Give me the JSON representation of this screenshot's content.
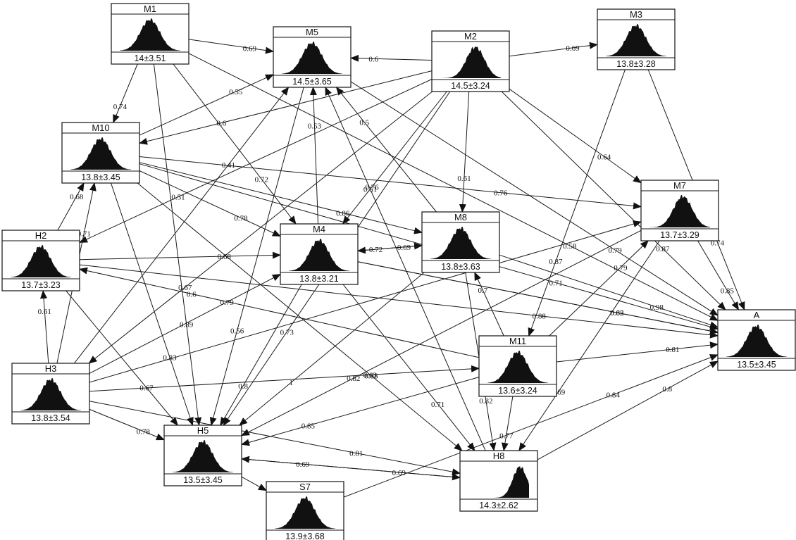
{
  "colors": {
    "ink": "#111111",
    "edge": "#1a1a1a",
    "background": "#ffffff"
  },
  "nodes": [
    {
      "id": "M1",
      "title": "M1",
      "stat": "14±3.51",
      "skew": 0
    },
    {
      "id": "M5",
      "title": "M5",
      "stat": "14.5±3.65",
      "skew": 0
    },
    {
      "id": "M2",
      "title": "M2",
      "stat": "14.5±3.24",
      "skew": 0.08
    },
    {
      "id": "M3",
      "title": "M3",
      "stat": "13.8±3.28",
      "skew": 0
    },
    {
      "id": "M10",
      "title": "M10",
      "stat": "13.8±3.45",
      "skew": 0
    },
    {
      "id": "M7",
      "title": "M7",
      "stat": "13.7±3.29",
      "skew": 0.05
    },
    {
      "id": "H2",
      "title": "H2",
      "stat": "13.7±3.23",
      "skew": 0
    },
    {
      "id": "M4",
      "title": "M4",
      "stat": "13.8±3.21",
      "skew": 0
    },
    {
      "id": "M8",
      "title": "M8",
      "stat": "13.8±3.63",
      "skew": 0
    },
    {
      "id": "A",
      "title": "A",
      "stat": "13.5±3.45",
      "skew": 0
    },
    {
      "id": "H3",
      "title": "H3",
      "stat": "13.8±3.54",
      "skew": 0
    },
    {
      "id": "M11",
      "title": "M11",
      "stat": "13.6±3.24",
      "skew": 0
    },
    {
      "id": "H5",
      "title": "H5",
      "stat": "13.5±3.45",
      "skew": 0
    },
    {
      "id": "H8",
      "title": "H8",
      "stat": "14.3±2.62",
      "skew": 0.35
    },
    {
      "id": "S7",
      "title": "S7",
      "stat": "13.9±3.68",
      "skew": 0
    }
  ],
  "edges": [
    {
      "from": "M1",
      "to": "M5",
      "label": "0.69"
    },
    {
      "from": "M1",
      "to": "M10",
      "label": "0.74"
    },
    {
      "from": "M1",
      "to": "H5",
      "label": "0.89"
    },
    {
      "from": "M1",
      "to": "M4",
      "label": "0.72"
    },
    {
      "from": "M1",
      "to": "A",
      "label": "0.58"
    },
    {
      "from": "M2",
      "to": "M5",
      "label": "0.6"
    },
    {
      "from": "M2",
      "to": "M3",
      "label": "0.69"
    },
    {
      "from": "M2",
      "to": "M8",
      "label": "0.61"
    },
    {
      "from": "M2",
      "to": "M7",
      "label": "0.64"
    },
    {
      "from": "M2",
      "to": "H2",
      "label": "0.51"
    },
    {
      "from": "M2",
      "to": "M10",
      "label": "0.6"
    },
    {
      "from": "M2",
      "to": "M4",
      "label": "0.76"
    },
    {
      "from": "M2",
      "to": "A",
      "label": "0.87"
    },
    {
      "from": "M2",
      "to": "H3",
      "label": "0.67"
    },
    {
      "from": "M3",
      "to": "M11",
      "label": "0.87"
    },
    {
      "from": "M3",
      "to": "A",
      "label": "0.74"
    },
    {
      "from": "M10",
      "to": "M5",
      "label": "0.55"
    },
    {
      "from": "M10",
      "to": "M4",
      "label": "0.78"
    },
    {
      "from": "M10",
      "to": "M8",
      "label": "0.86"
    },
    {
      "from": "M10",
      "to": "M7",
      "label": "0.76"
    },
    {
      "from": "M10",
      "to": "H5",
      "label": "0.83"
    },
    {
      "from": "M10",
      "to": "H8",
      "label": "0.88"
    },
    {
      "from": "H2",
      "to": "M10",
      "label": "0.68"
    },
    {
      "from": "H2",
      "to": "M4",
      "label": "0.68"
    },
    {
      "from": "H2",
      "to": "H5",
      "label": "0.67"
    },
    {
      "from": "H2",
      "to": "A",
      "label": "0.88"
    },
    {
      "from": "H3",
      "to": "H2",
      "label": "0.61"
    },
    {
      "from": "H3",
      "to": "M10",
      "label": "0.71"
    },
    {
      "from": "H3",
      "to": "H5",
      "label": "0.78"
    },
    {
      "from": "H3",
      "to": "M11",
      "label": "0.63"
    },
    {
      "from": "H3",
      "to": "H8",
      "label": "0.81"
    },
    {
      "from": "H3",
      "to": "M4",
      "label": "0.79"
    },
    {
      "from": "H3",
      "to": "M5",
      "label": "0.41"
    },
    {
      "from": "H3",
      "to": "M7",
      "label": "0.64"
    },
    {
      "from": "M4",
      "to": "M5",
      "label": "0.53"
    },
    {
      "from": "M4",
      "to": "M8",
      "label": "0.69"
    },
    {
      "from": "M4",
      "to": "H5",
      "label": "0.8"
    },
    {
      "from": "M4",
      "to": "H8",
      "label": "0.71"
    },
    {
      "from": "M4",
      "to": "A",
      "label": "0.65"
    },
    {
      "from": "M5",
      "to": "H5",
      "label": "0.56"
    },
    {
      "from": "M5",
      "to": "A",
      "label": "0.79"
    },
    {
      "from": "M8",
      "to": "M5",
      "label": "0.5"
    },
    {
      "from": "M8",
      "to": "M4",
      "label": "0.72"
    },
    {
      "from": "M8",
      "to": "A",
      "label": "0.98"
    },
    {
      "from": "M8",
      "to": "H8",
      "label": "0.82"
    },
    {
      "from": "M8",
      "to": "H5",
      "label": "1"
    },
    {
      "from": "M11",
      "to": "M8",
      "label": "0.7"
    },
    {
      "from": "M11",
      "to": "H2",
      "label": "0.6"
    },
    {
      "from": "M11",
      "to": "A",
      "label": "0.81"
    },
    {
      "from": "M11",
      "to": "M7",
      "label": "0.79"
    },
    {
      "from": "M11",
      "to": "H8",
      "label": "0.77"
    },
    {
      "from": "M11",
      "to": "H5",
      "label": "0.85"
    },
    {
      "from": "M7",
      "to": "A",
      "label": "0.85"
    },
    {
      "from": "M7",
      "to": "H5",
      "label": "0.82"
    },
    {
      "from": "M7",
      "to": "H8",
      "label": "0.69"
    },
    {
      "from": "H8",
      "to": "M5",
      "label": "0.51"
    },
    {
      "from": "H8",
      "to": "H5",
      "label": "0.69"
    },
    {
      "from": "H8",
      "to": "A",
      "label": "0.8"
    },
    {
      "from": "H5",
      "to": "S7",
      "label": ""
    },
    {
      "from": "S7",
      "to": "A",
      "label": "0.84"
    },
    {
      "from": "H5",
      "to": "H8",
      "label": "0.69"
    },
    {
      "from": "M10",
      "to": "A",
      "label": "0.71"
    },
    {
      "from": "M2",
      "to": "H5",
      "label": "0.73"
    },
    {
      "from": "M4",
      "to": "A",
      "label": "0.82"
    }
  ]
}
